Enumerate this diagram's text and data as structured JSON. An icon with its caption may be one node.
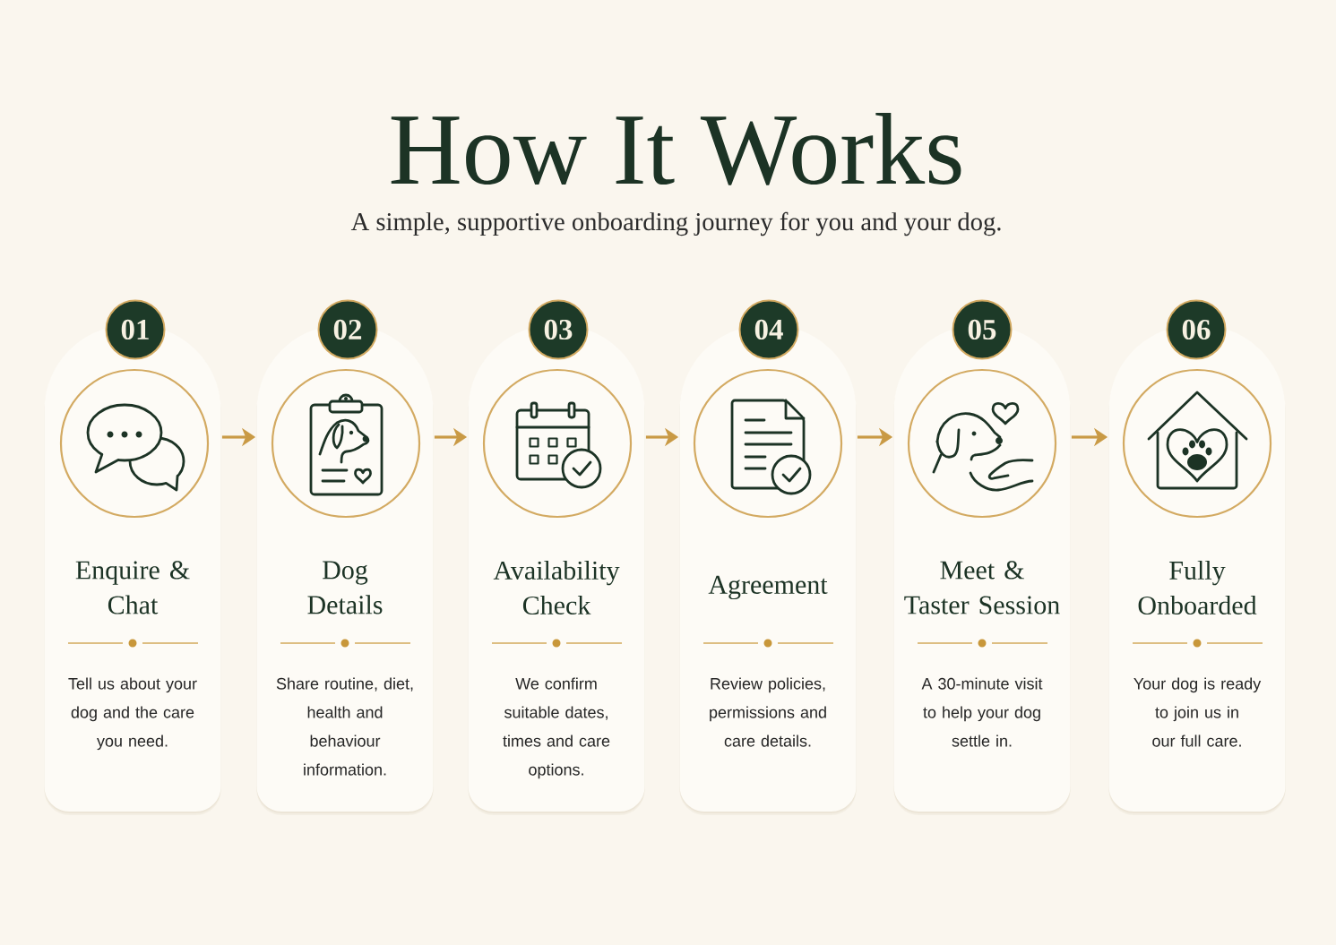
{
  "diagram": {
    "title": "How It Works",
    "nodes": [
      {
        "text": [
          "Enquire & Chat",
          "Tell us about your dog and the care you need."
        ]
      },
      {
        "text": [
          "01"
        ],
        "in": 0
      },
      {
        "text": [
          "Dog Details",
          "Share routine, diet, health and behaviour information."
        ]
      },
      {
        "text": [
          "02"
        ],
        "in": 2
      },
      {
        "text": [
          "Availability Check",
          "We confirm suitable dates, times and care options."
        ]
      },
      {
        "text": [
          "03"
        ],
        "in": 4
      },
      {
        "text": [
          "Agreement",
          "Review policies, permissions and care details."
        ]
      },
      {
        "text": [
          "04"
        ],
        "in": 6
      },
      {
        "text": [
          "Meet & Taster Session",
          "A 30-minute visit to help your dog settle in."
        ]
      },
      {
        "text": [
          "05"
        ],
        "in": 8
      },
      {
        "text": [
          "Fully Onboarded",
          "Your dog is ready to join us in our full care."
        ]
      },
      {
        "text": [
          "06"
        ],
        "in": 10
      }
    ],
    "edges": [
      {
        "from": 0,
        "to": 2,
        "arrow": "to"
      },
      {
        "from": 2,
        "to": 4,
        "arrow": "to"
      },
      {
        "from": 4,
        "to": 6,
        "arrow": "to"
      },
      {
        "from": 6,
        "to": 8,
        "arrow": "to"
      },
      {
        "from": 8,
        "to": 10,
        "arrow": "to"
      }
    ],
    "labels": [
      "A simple, supportive onboarding journey for you and your dog."
    ]
  }
}
